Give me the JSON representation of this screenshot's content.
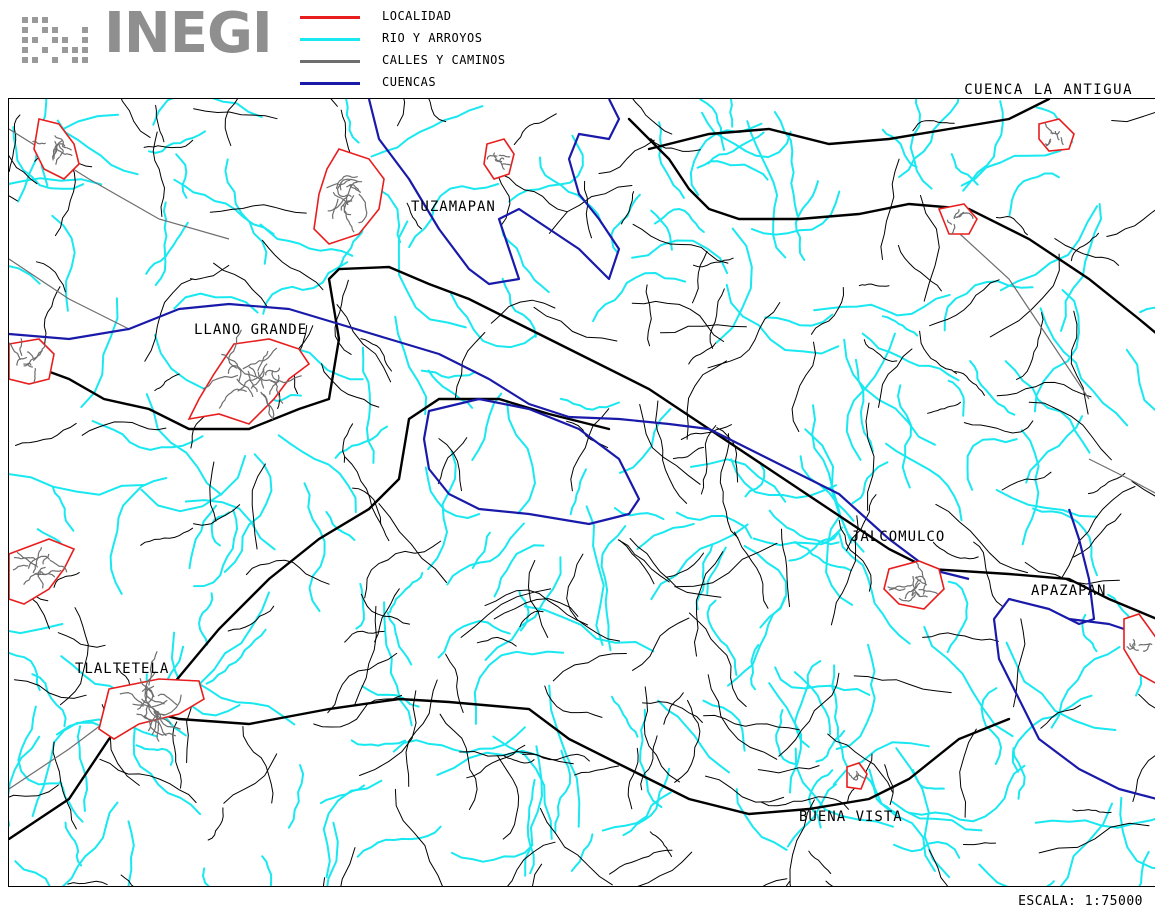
{
  "header": {
    "logo_text": "INEGI",
    "map_title": "CUENCA LA ANTIGUA"
  },
  "legend": {
    "items": [
      {
        "label": "LOCALIDAD",
        "color": "#e81e1e"
      },
      {
        "label": "RIO Y ARROYOS",
        "color": "#19e8f0"
      },
      {
        "label": "CALLES Y CAMINOS",
        "color": "#6e6e6e"
      },
      {
        "label": "CUENCAS",
        "color": "#1a1aaa"
      }
    ]
  },
  "places": [
    {
      "name": "TUZAMAPAN"
    },
    {
      "name": "LLANO GRANDE"
    },
    {
      "name": "JALCOMULCO"
    },
    {
      "name": "APAZAPAN"
    },
    {
      "name": "TLALTETELA"
    },
    {
      "name": "BUENA VISTA"
    }
  ],
  "footer": {
    "scale": "ESCALA: 1:75000"
  },
  "colors": {
    "river": "#19e8f0",
    "locality": "#e81e1e",
    "road": "#6e6e6e",
    "basin": "#1a1aaa",
    "terrain": "#000000",
    "logo": "#8f8f8f"
  }
}
